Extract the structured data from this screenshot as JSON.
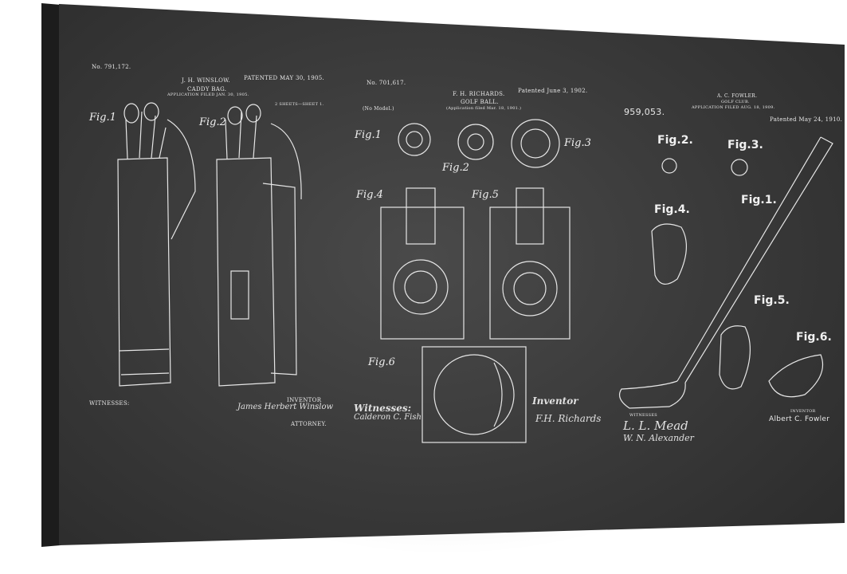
{
  "colors": {
    "canvas": "#383838",
    "ink": "#f0f0f0",
    "background": "#ffffff"
  },
  "panel1": {
    "number": "No. 791,172.",
    "inventor": "J. H. WINSLOW.",
    "title": "CADDY BAG.",
    "filed": "APPLICATION FILED JAN. 30, 1905.",
    "patented": "PATENTED MAY 30, 1905.",
    "sheets": "2 SHEETS—SHEET 1.",
    "fig1": "Fig.1",
    "fig2": "Fig.2",
    "witnesses": "WITNESSES:",
    "inventor_label": "INVENTOR",
    "sig_inventor": "James Herbert Winslow",
    "sig_attorney": "ATTORNEY."
  },
  "panel2": {
    "number": "No. 701,617.",
    "inventor": "F. H. RICHARDS.",
    "title": "GOLF BALL.",
    "filed": "(Application filed Mar. 18, 1901.)",
    "patented": "Patented June 3, 1902.",
    "model": "(No Model.)",
    "fig1": "Fig.1",
    "fig2": "Fig.2",
    "fig3": "Fig.3",
    "fig4": "Fig.4",
    "fig5": "Fig.5",
    "fig6": "Fig.6",
    "witnesses": "Witnesses:",
    "inventor_label": "Inventor",
    "sig_w1": "Calderon C. Fish",
    "sig_inventor": "F.H. Richards"
  },
  "panel3": {
    "number": "959,053.",
    "inventor": "A. C. FOWLER.",
    "title": "GOLF CLUB.",
    "filed": "APPLICATION FILED AUG. 18, 1909.",
    "patented": "Patented May 24, 1910.",
    "fig1": "Fig.1.",
    "fig2": "Fig.2.",
    "fig3": "Fig.3.",
    "fig4": "Fig.4.",
    "fig5": "Fig.5.",
    "fig6": "Fig.6.",
    "witnesses": "WITNESSES",
    "sig_w1": "L. L. Mead",
    "sig_w2": "W. N. Alexander",
    "inventor_label": "INVENTOR",
    "sig_inventor": "Albert C. Fowler"
  }
}
